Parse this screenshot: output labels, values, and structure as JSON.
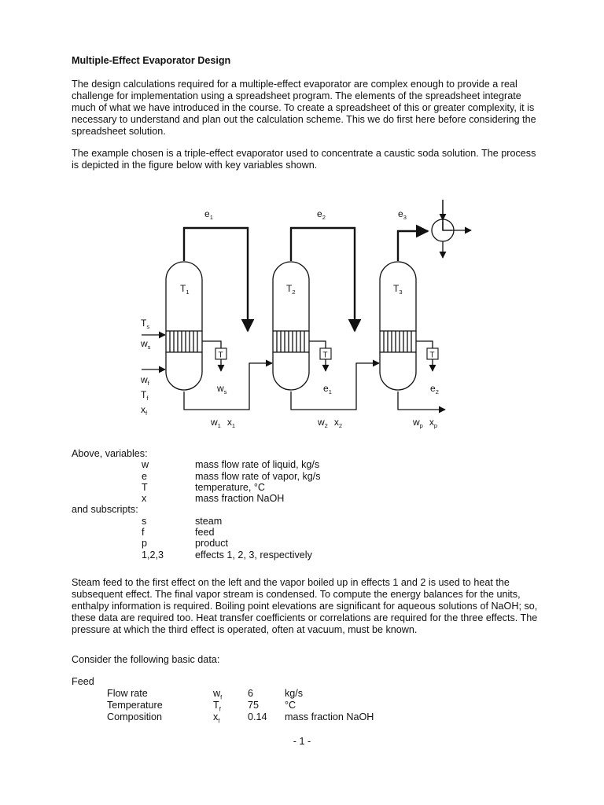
{
  "title": "Multiple-Effect Evaporator Design",
  "paragraphs": {
    "intro": "The design calculations required for a multiple-effect evaporator are complex enough to provide a real challenge for implementation using a spreadsheet program.  The elements of the spreadsheet integrate much of what we have introduced in the course.  To create a spreadsheet of this or greater complexity, it is necessary to understand and plan out the calculation scheme.  This we do first here before considering the spreadsheet solution.",
    "example": "The example chosen is a triple-effect evaporator used to concentrate a caustic soda solution.  The process is depicted in the figure below with key variables shown.",
    "steam": "Steam feed to the first effect on the left and the vapor boiled up in effects 1 and 2 is used to heat the subsequent effect.  The final vapor stream is condensed.  To compute the energy balances for the units, enthalpy information is required.  Boiling point elevations are significant for aqueous solutions of NaOH; so, these data are required too.  Heat transfer coefficients or correlations are required for the three effects.  The pressure at which the third effect is operated, often at vacuum, must be known.",
    "consider": "Consider the following basic data:"
  },
  "diagram": {
    "vapor_labels": [
      {
        "main": "e",
        "sub": "1"
      },
      {
        "main": "e",
        "sub": "2"
      },
      {
        "main": "e",
        "sub": "3"
      }
    ],
    "tank_labels": [
      {
        "main": "T",
        "sub": "1"
      },
      {
        "main": "T",
        "sub": "2"
      },
      {
        "main": "T",
        "sub": "3"
      }
    ],
    "inlet_labels": [
      {
        "main": "T",
        "sub": "s"
      },
      {
        "main": "w",
        "sub": "s"
      },
      {
        "main": "w",
        "sub": "f"
      },
      {
        "main": "T",
        "sub": "f"
      },
      {
        "main": "x",
        "sub": "f"
      }
    ],
    "trap_label": "T",
    "condensate_labels": [
      {
        "main": "w",
        "sub": "s"
      },
      {
        "main": "e",
        "sub": "1"
      },
      {
        "main": "e",
        "sub": "2"
      }
    ],
    "liquid_labels": [
      {
        "w": "w",
        "wsub": "1",
        "x": "x",
        "xsub": "1"
      },
      {
        "w": "w",
        "wsub": "2",
        "x": "x",
        "xsub": "2"
      },
      {
        "w": "w",
        "wsub": "p",
        "x": "x",
        "xsub": "p"
      }
    ]
  },
  "variables": {
    "heading": "Above, variables:",
    "items": [
      {
        "symbol": "w",
        "desc": "mass flow rate of liquid, kg/s"
      },
      {
        "symbol": "e",
        "desc": "mass flow rate of vapor, kg/s"
      },
      {
        "symbol": "T",
        "desc": "temperature, °C"
      },
      {
        "symbol": "x",
        "desc": "mass fraction NaOH"
      }
    ],
    "sub_heading": "and subscripts:",
    "subscripts": [
      {
        "symbol": "s",
        "desc": "steam"
      },
      {
        "symbol": "f",
        "desc": "feed"
      },
      {
        "symbol": "p",
        "desc": "product"
      },
      {
        "symbol": "1,2,3",
        "desc": "effects 1, 2, 3, respectively"
      }
    ]
  },
  "feed": {
    "heading": "Feed",
    "rows": [
      {
        "name": "Flow rate",
        "sym": "w",
        "sub": "f",
        "value": "6",
        "unit": "kg/s"
      },
      {
        "name": "Temperature",
        "sym": "T",
        "sub": "f",
        "value": "75",
        "unit": "°C"
      },
      {
        "name": "Composition",
        "sym": "x",
        "sub": "f",
        "value": "0.14",
        "unit": "mass fraction NaOH"
      }
    ]
  },
  "page_number": "- 1 -"
}
